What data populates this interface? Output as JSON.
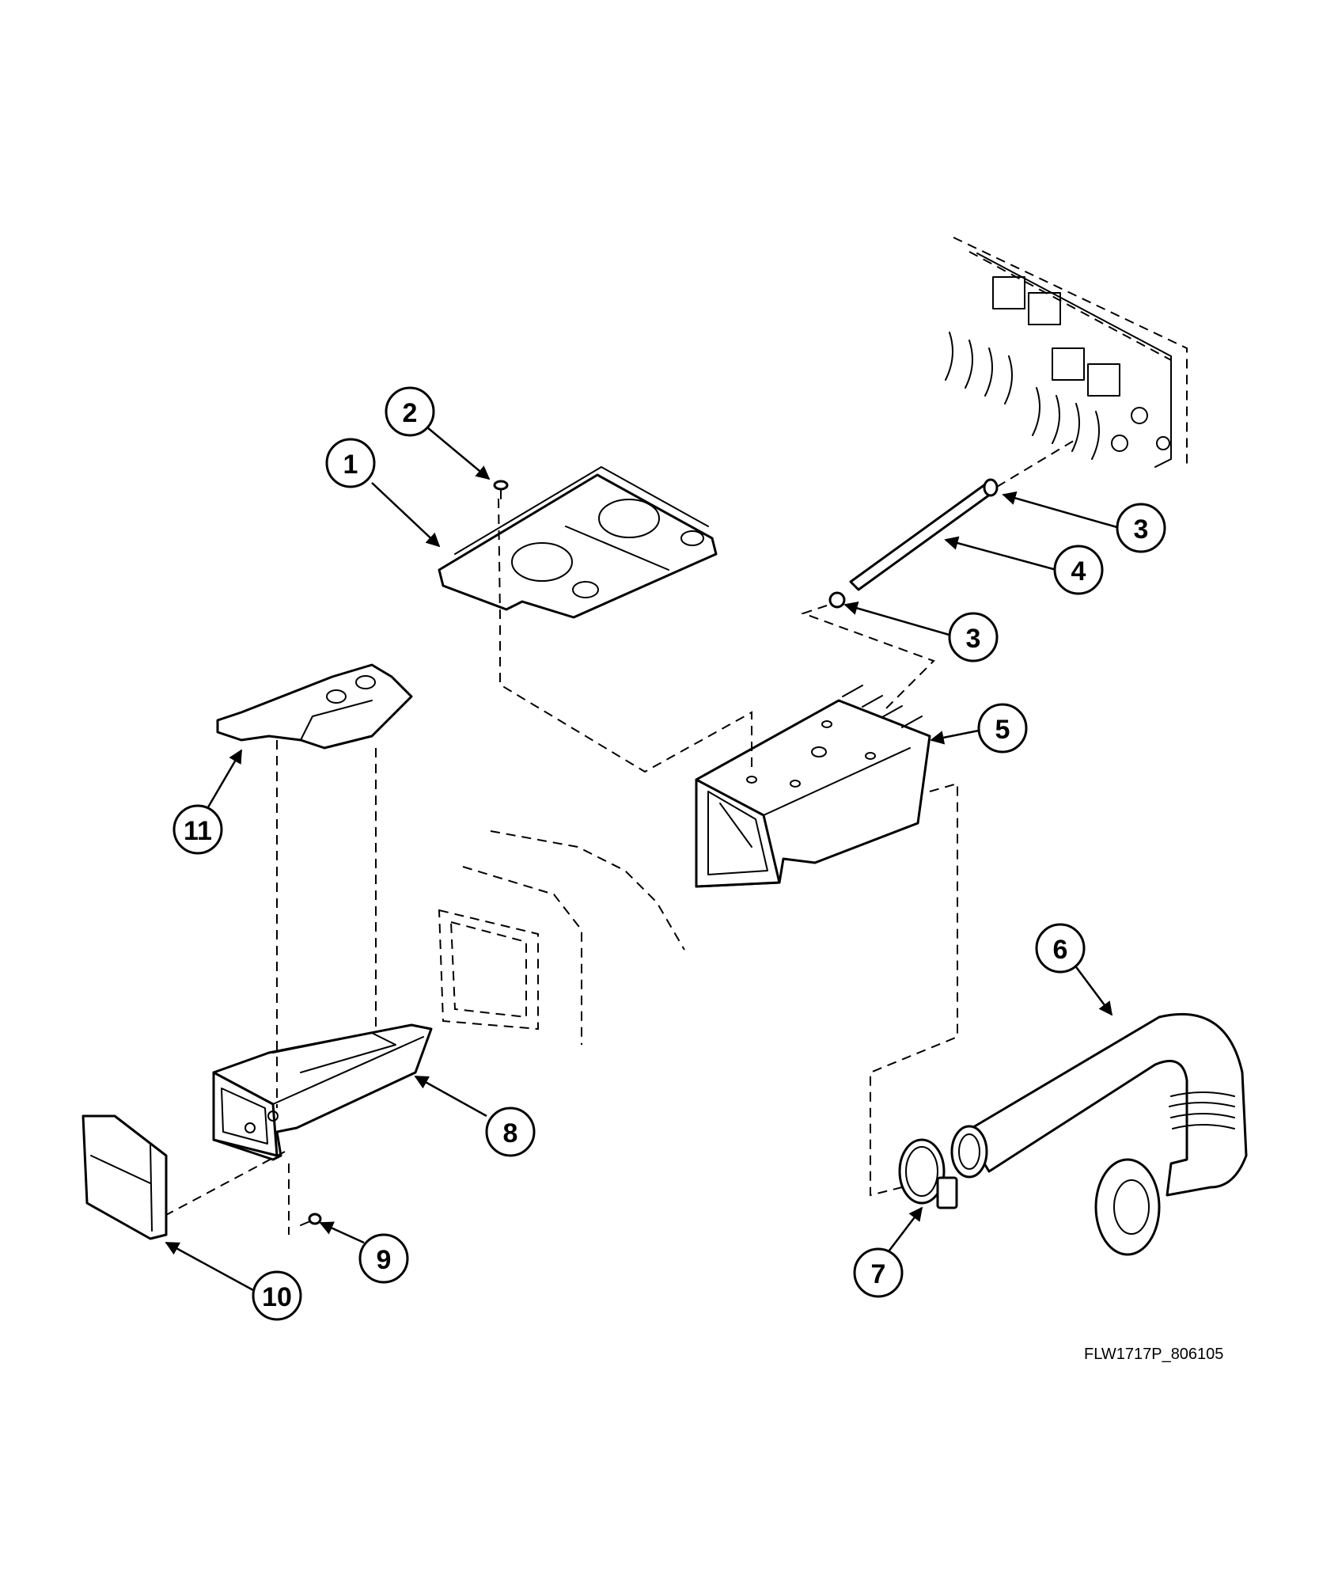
{
  "diagram": {
    "drawing_id": "FLW1717P_806105",
    "callouts": [
      "1",
      "2",
      "3",
      "3",
      "4",
      "5",
      "6",
      "7",
      "8",
      "9",
      "10",
      "11"
    ]
  }
}
